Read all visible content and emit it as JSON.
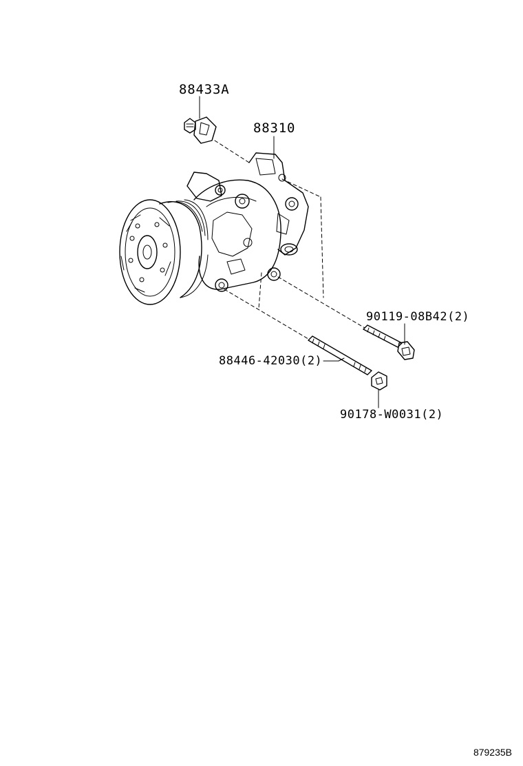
{
  "parts": {
    "relief_valve": "88433A",
    "compressor": "88310",
    "bolt": "90119-08B42(2)",
    "stud_bolt": "88446-42030(2)",
    "nut": "90178-W0031(2)"
  },
  "diagram_id": "879235B"
}
